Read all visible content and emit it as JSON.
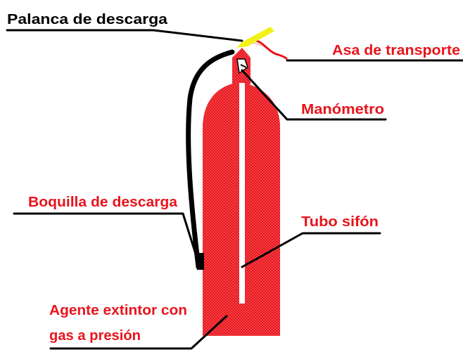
{
  "diagram": {
    "labels": {
      "palanca": "Palanca de descarga",
      "asa": "Asa de transporte",
      "manometro": "Manómetro",
      "boquilla": "Boquilla de descarga",
      "tubo": "Tubo sifón",
      "agente_line1": "Agente extintor con",
      "agente_line2": "gas a presión"
    },
    "colors": {
      "body": "#e8141c",
      "lever": "#f2f21a",
      "hose": "#000000",
      "siphon_tube": "#ffffff",
      "label_black": "#000000",
      "label_red": "#e8141c"
    }
  }
}
